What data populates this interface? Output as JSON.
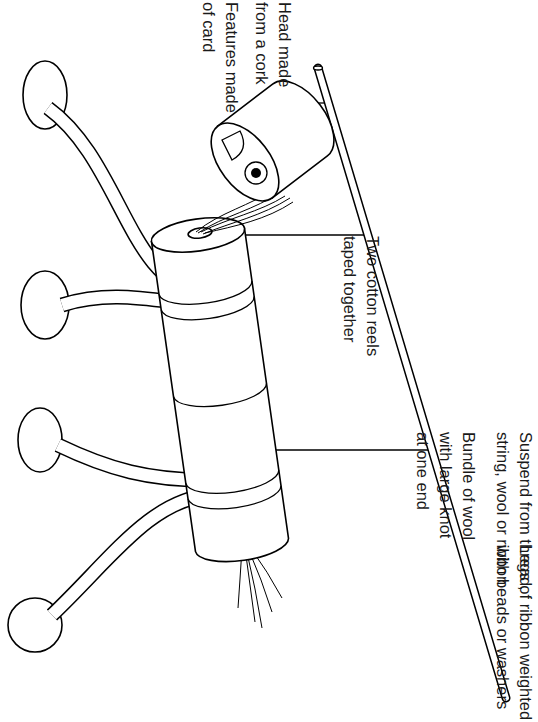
{
  "diagram": {
    "labels": [
      "Head made from a cork",
      "Features made of card",
      "Two cotton reels taped together",
      "Suspend from thread, string, wool or ribbon",
      "Bundle of wool with large knot at one end",
      "Legs of ribbon weighted with beads or washers"
    ]
  }
}
